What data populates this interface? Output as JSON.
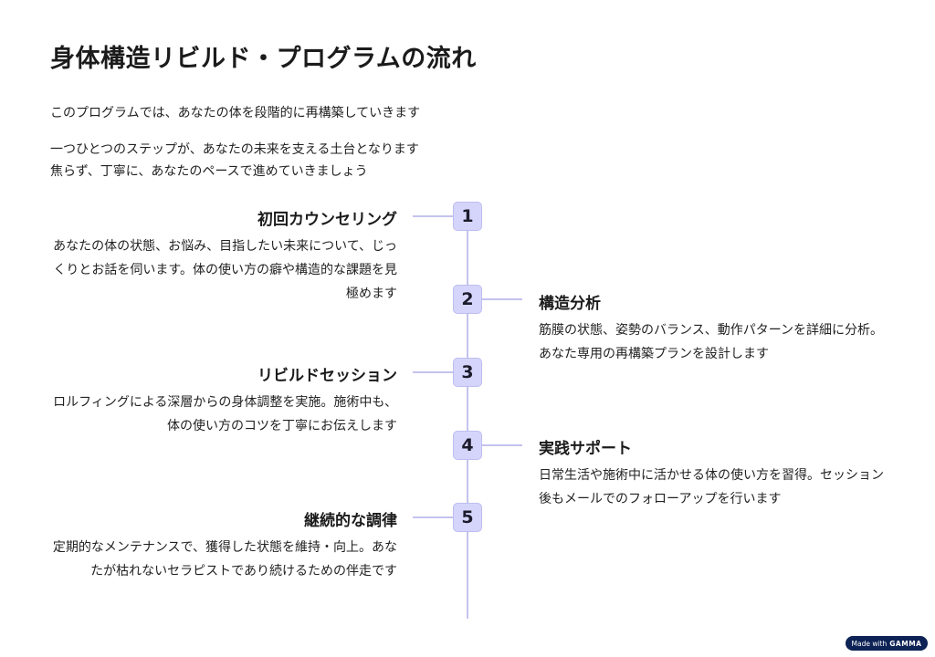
{
  "title": "身体構造リビルド・プログラムの流れ",
  "intro": [
    "このプログラムでは、あなたの体を段階的に再構築していきます",
    "一つひとつのステップが、あなたの未来を支える土台となります",
    "焦らず、丁寧に、あなたのペースで進めていきましょう"
  ],
  "steps": [
    {
      "num": "1",
      "title": "初回カウンセリング",
      "desc": "あなたの体の状態、お悩み、目指したい未来について、じっくりとお話を伺います。体の使い方の癖や構造的な課題を見極めます"
    },
    {
      "num": "2",
      "title": "構造分析",
      "desc": "筋膜の状態、姿勢のバランス、動作パターンを詳細に分析。あなた専用の再構築プランを設計します"
    },
    {
      "num": "3",
      "title": "リビルドセッション",
      "desc": "ロルフィングによる深層からの身体調整を実施。施術中も、体の使い方のコツを丁寧にお伝えします"
    },
    {
      "num": "4",
      "title": "実践サポート",
      "desc": "日常生活や施術中に活かせる体の使い方を習得。セッション後もメールでのフォローアップを行います"
    },
    {
      "num": "5",
      "title": "継続的な調律",
      "desc": "定期的なメンテナンスで、獲得した状態を維持・向上。あなたが枯れないセラピストであり続けるための伴走です"
    }
  ],
  "badge": {
    "prefix": "Made with",
    "brand": "GAMMA"
  }
}
